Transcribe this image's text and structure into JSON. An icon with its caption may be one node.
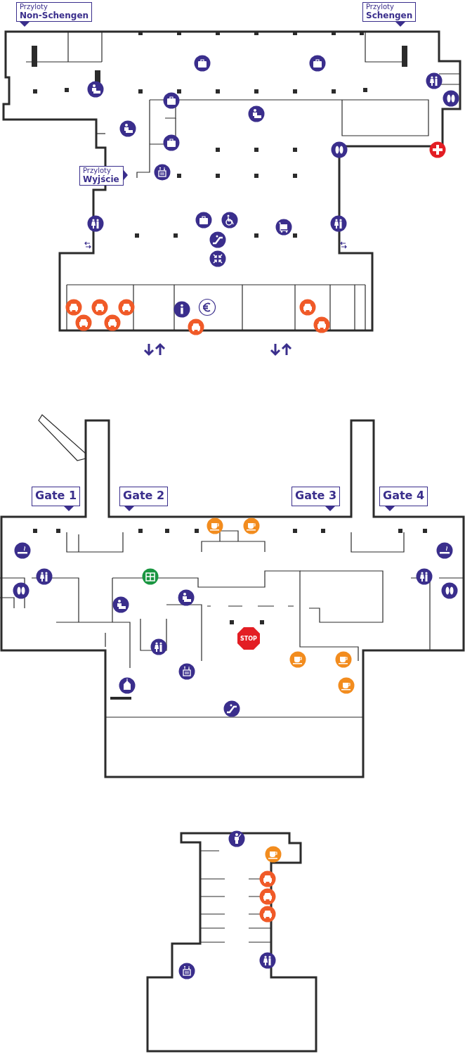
{
  "diagram": {
    "nodes": [
      {
        "text": [
          "Przyloty",
          "Non-Schengen"
        ]
      },
      {
        "text": [
          "Przyloty",
          "Schengen"
        ]
      },
      {
        "text": [
          "Przyloty",
          "Wyjście"
        ]
      },
      {
        "text": [
          "Gate 1"
        ]
      },
      {
        "text": [
          "Gate 2"
        ]
      },
      {
        "text": [
          "Gate 3"
        ]
      },
      {
        "text": [
          "Gate 4"
        ]
      }
    ],
    "labels": [
      "STOP"
    ]
  }
}
